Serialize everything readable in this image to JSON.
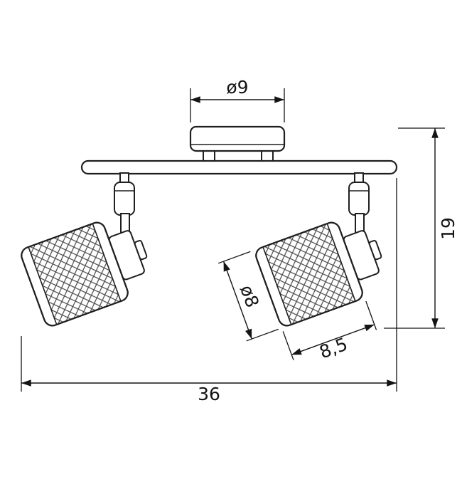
{
  "diagram": {
    "type": "technical-dimension-drawing",
    "subject": "two-head ceiling spotlight fixture",
    "background_color": "#ffffff",
    "line_color": "#1f1f1f",
    "dimensions": {
      "canopy_diameter": "ø9",
      "fixture_height": "19",
      "shade_diameter": "ø8",
      "shade_length": "8,5",
      "overall_width": "36"
    }
  }
}
